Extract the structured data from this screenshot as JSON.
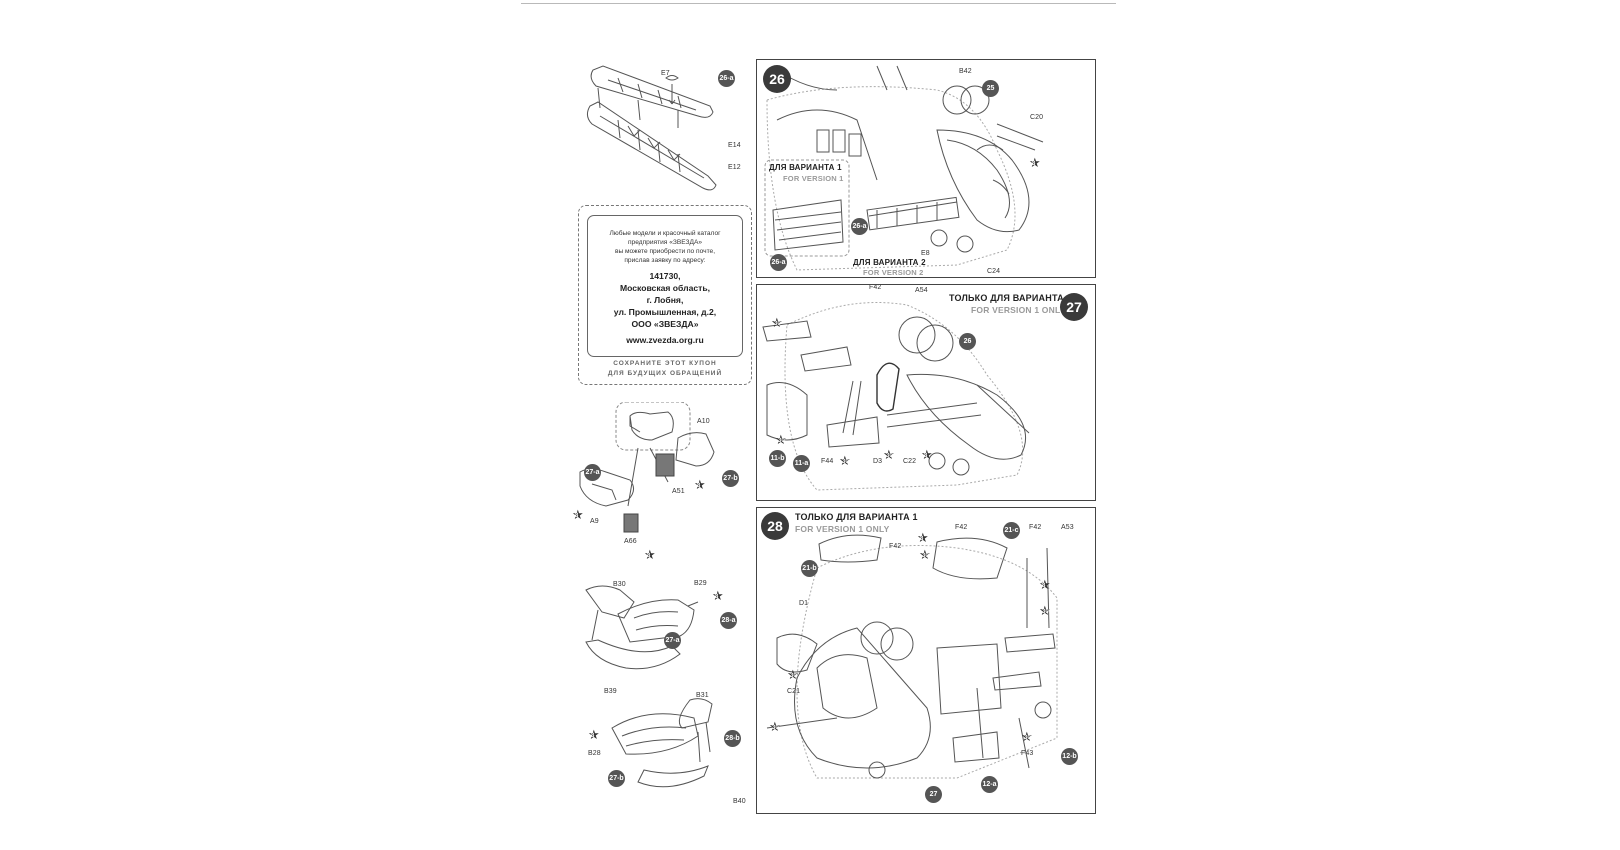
{
  "coupon": {
    "intro_lines": [
      "Любые модели и красочный каталог",
      "предприятия «ЗВЕЗДА»",
      "вы можете приобрести по почте,",
      "прислав заявку по адресу:"
    ],
    "address_lines": [
      "141730,",
      "Московская область,",
      "г. Лобня,",
      "ул. Промышленная, д.2,",
      "ООО «ЗВЕЗДА»"
    ],
    "website": "www.zvezda.org.ru",
    "save_lines": [
      "СОХРАНИТЕ ЭТОТ КУПОН",
      "ДЛЯ БУДУЩИХ ОБРАЩЕНИЙ"
    ]
  },
  "left_column": {
    "step_26a": {
      "badge": "26-a",
      "labels": [
        "E7",
        "E14",
        "E12"
      ]
    },
    "step_27": {
      "badges": [
        "27-a",
        "27-b"
      ],
      "labels": [
        "A10",
        "A51",
        "A9",
        "A66"
      ],
      "stars": [
        "8",
        "8",
        "8"
      ]
    },
    "step_28a": {
      "badges": [
        "28-a",
        "27-a"
      ],
      "labels": [
        "B30",
        "B29",
        "B39"
      ],
      "stars": [
        "8"
      ]
    },
    "step_28b": {
      "badges": [
        "28-b",
        "27-b"
      ],
      "labels": [
        "B31",
        "B28",
        "B40"
      ],
      "stars": [
        "8"
      ]
    }
  },
  "step26": {
    "number": "26",
    "version1_ru": "ДЛЯ ВАРИАНТА 1",
    "version1_en": "FOR VERSION 1",
    "version2_ru": "ДЛЯ ВАРИАНТА 2",
    "version2_en": "FOR VERSION 2",
    "labels": [
      "B42",
      "C20",
      "E8",
      "C24"
    ],
    "badges": [
      "25",
      "26-a",
      "26-a"
    ],
    "stars": [
      "8"
    ]
  },
  "step27": {
    "number": "27",
    "title_ru": "ТОЛЬКО ДЛЯ ВАРИАНТА 1",
    "title_en": "FOR VERSION 1 ONLY",
    "labels": [
      "F42",
      "A54",
      "F44",
      "D3",
      "C22"
    ],
    "badges": [
      "26",
      "11-b",
      "11-a"
    ],
    "stars": [
      "30",
      "30",
      "30",
      "30",
      "8"
    ]
  },
  "step28": {
    "number": "28",
    "title_ru": "ТОЛЬКО ДЛЯ ВАРИАНТА 1",
    "title_en": "FOR VERSION 1 ONLY",
    "labels": [
      "F42",
      "F42",
      "F42",
      "A53",
      "D1",
      "C21",
      "F43"
    ],
    "badges": [
      "21-b",
      "21-c",
      "27",
      "12-a",
      "12-b"
    ],
    "stars": [
      "8",
      "30",
      "8",
      "30",
      "30",
      "30",
      "30"
    ]
  },
  "colors": {
    "ink": "#555555",
    "badge": "#555555",
    "step_circle": "#3a3a3a",
    "subtitle": "#9a9a9a"
  }
}
